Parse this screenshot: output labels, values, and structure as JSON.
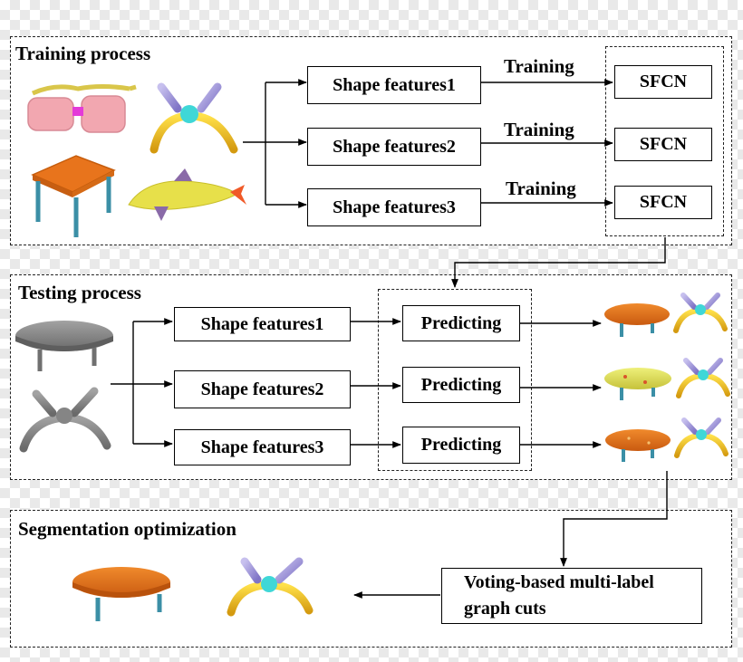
{
  "sections": {
    "training": "Training process",
    "testing": "Testing process",
    "optimization": "Segmentation optimization"
  },
  "training": {
    "features": [
      "Shape features1",
      "Shape features2",
      "Shape features3"
    ],
    "edge_label": "Training",
    "network": "SFCN"
  },
  "testing": {
    "features": [
      "Shape features1",
      "Shape features2",
      "Shape features3"
    ],
    "predict": "Predicting"
  },
  "optimization": {
    "method_line1": "Voting-based multi-label",
    "method_line2": "graph cuts"
  },
  "colors": {
    "table_orange": "#e8741c",
    "leg_blue": "#3b8fa6",
    "gray_shape": "#8a8a8a",
    "yellow_part": "#e8c02a",
    "cyan_joint": "#3fd7d7",
    "lavender_part": "#9a8fd6",
    "pink_glasses": "#f2a7b0"
  },
  "icons": [
    "glasses-icon",
    "chair-x-icon",
    "table-icon",
    "dolphin-icon"
  ]
}
